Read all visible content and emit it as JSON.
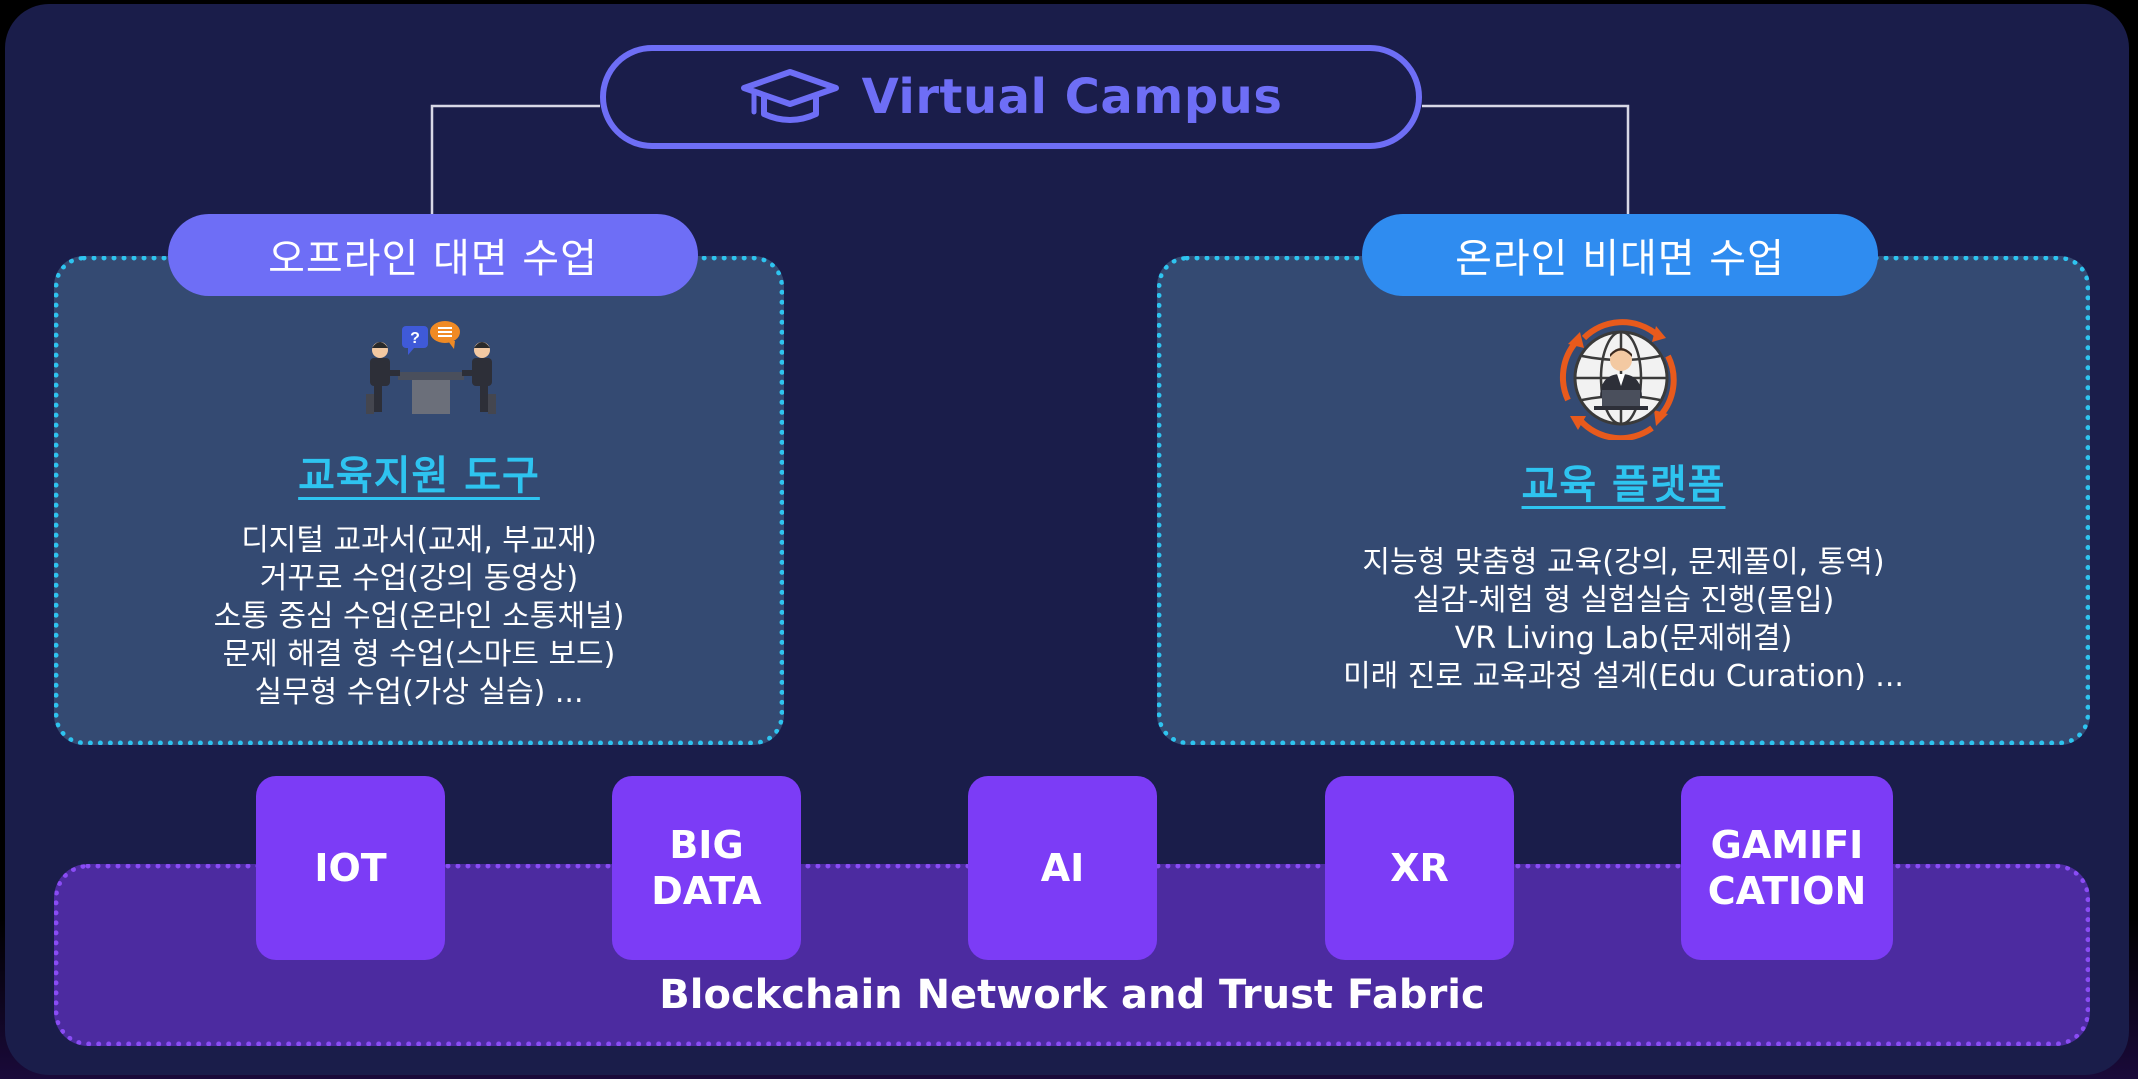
{
  "title": {
    "text": "Virtual Campus",
    "icon": "graduation-cap-icon",
    "color": "#6e6ef6"
  },
  "offline": {
    "pill_label": "오프라인 대면 수업",
    "heading": "교육지원 도구",
    "icon": "meeting-icon",
    "items": [
      "디지털 교과서(교재, 부교재)",
      "거꾸로 수업(강의 동영상)",
      "소통 중심 수업(온라인 소통채널)",
      "문제 해결 형 수업(스마트 보드)",
      "실무형 수업(가상 실습) ..."
    ]
  },
  "online": {
    "pill_label": "온라인 비대면 수업",
    "heading": "교육 플랫폼",
    "icon": "globe-person-icon",
    "items": [
      "지능형 맞춤형 교육(강의, 문제풀이, 통역)",
      "실감-체험 형 실험실습 진행(몰입)",
      "VR Living Lab(문제해결)",
      "미래 진로 교육과정 설계(Edu Curation) ..."
    ]
  },
  "technologies": [
    {
      "label": "IOT"
    },
    {
      "label": "BIG\nDATA"
    },
    {
      "label": "AI"
    },
    {
      "label": "XR"
    },
    {
      "label": "GAMIFI\nCATION"
    }
  ],
  "foundation": {
    "label": "Blockchain Network and Trust Fabric"
  },
  "colors": {
    "background": "#1a1d4a",
    "offline_accent": "#6e6ef6",
    "online_accent": "#2f8cf0",
    "highlight": "#2ec4f0",
    "tech_tile": "#7c3cf6",
    "foundation": "#4c2ba0"
  }
}
